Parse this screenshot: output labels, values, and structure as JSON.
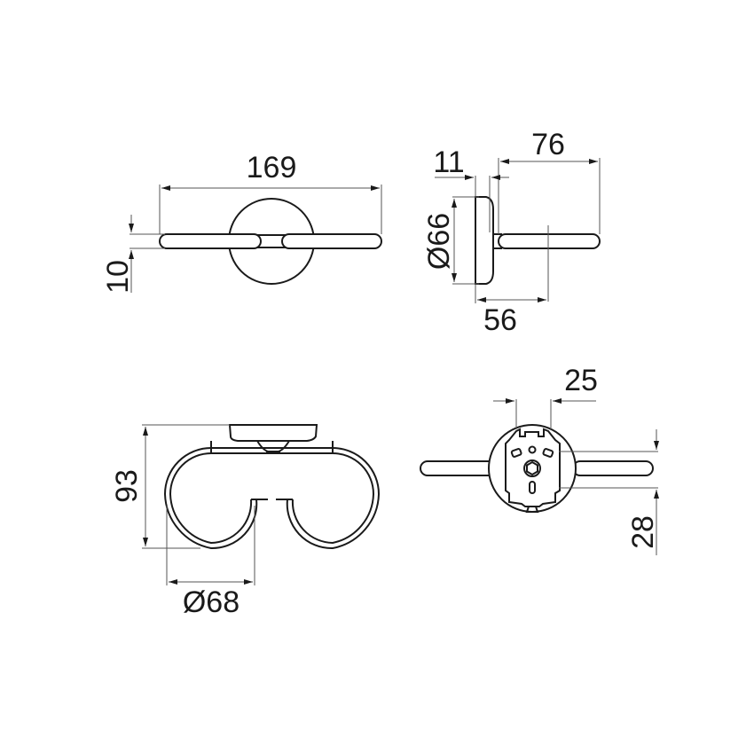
{
  "drawing": {
    "subject": "double tumbler holder technical drawing",
    "units": "mm",
    "colors": {
      "line": "#1a1a1a",
      "dimension": "#555555",
      "background": "#ffffff"
    },
    "views": [
      {
        "name": "top-view",
        "dimensions": {
          "overall_width": "169",
          "rod_thickness": "10"
        }
      },
      {
        "name": "side-view",
        "dimensions": {
          "projection": "76",
          "base_thickness": "11",
          "base_diameter": "Ø66",
          "base_to_axis": "56"
        }
      },
      {
        "name": "front-view",
        "dimensions": {
          "height": "93",
          "ring_diameter": "Ø68"
        }
      },
      {
        "name": "rear-mount-view",
        "dimensions": {
          "bracket_width": "25",
          "mount_offset": "28"
        }
      }
    ]
  }
}
